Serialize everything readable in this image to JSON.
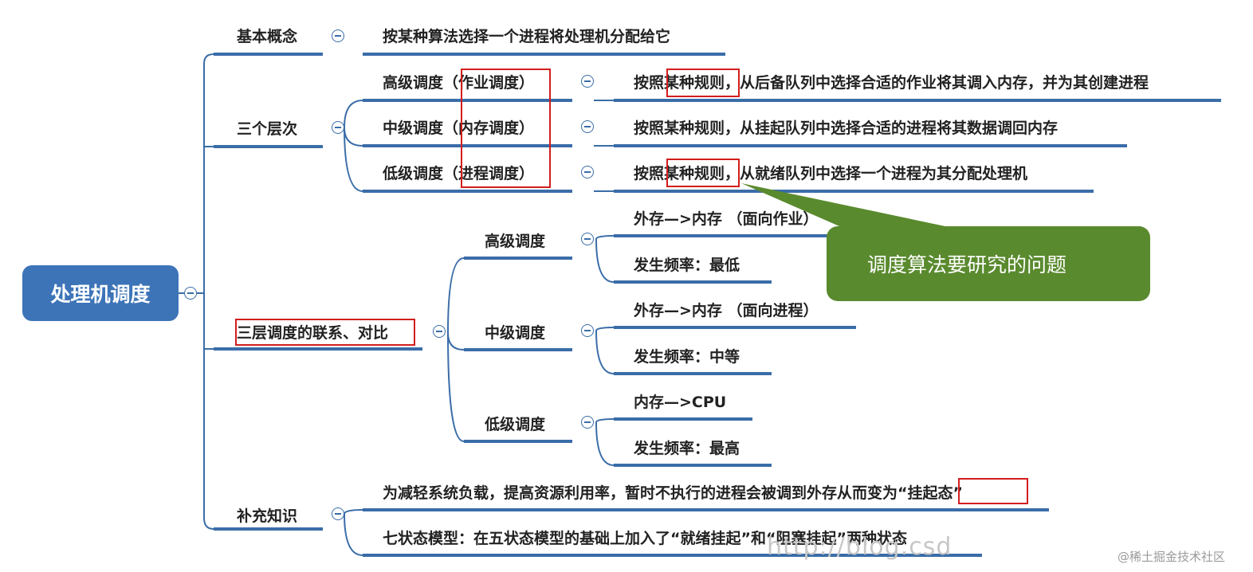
{
  "root": "处理机调度",
  "branches": {
    "concept": {
      "label": "基本概念",
      "detail": "按某种算法选择一个进程将处理机分配给它"
    },
    "levels": {
      "label": "三个层次",
      "items": [
        {
          "name": "高级调度（作业调度）",
          "detail_pre": "按照",
          "detail_hl": "某种规则",
          "detail_post": "，从后备队列中选择合适的作业将其调入内存，并为其创建进程"
        },
        {
          "name": "中级调度（内存调度）",
          "detail_pre": "按照",
          "detail_hl": "某种规则",
          "detail_post": "，从挂起队列中选择合适的进程将其数据调回内存"
        },
        {
          "name": "低级调度（进程调度）",
          "detail_pre": "按照",
          "detail_hl": "某种规则",
          "detail_post": "，从就绪队列中选择一个进程为其分配处理机"
        }
      ]
    },
    "compare": {
      "label": "三层调度的联系、对比",
      "items": [
        {
          "name": "高级调度",
          "a": "外存—>内存 （面向作业）",
          "b": "发生频率：最低"
        },
        {
          "name": "中级调度",
          "a": "外存—>内存 （面向进程）",
          "b": "发生频率：中等"
        },
        {
          "name": "低级调度",
          "a": "内存—>CPU",
          "b": "发生频率：最高"
        }
      ]
    },
    "extra": {
      "label": "补充知识",
      "line1_pre": "为减轻系统负载，提高资源利用率，暂时不执行的进程会被调到外存从而变为",
      "line1_hl": "“挂起态”",
      "line2": "七状态模型：在五状态模型的基础上加入了“就绪挂起”和“阻塞挂起”两种状态"
    }
  },
  "callout": "调度算法要研究的问题",
  "watermark": "http://blog.csd",
  "credit": "@稀土掘金技术社区",
  "colors": {
    "line": "#3a6da8",
    "root": "#3d74b8",
    "callout": "#5a8a2e",
    "highlight": "#d21d1d"
  }
}
